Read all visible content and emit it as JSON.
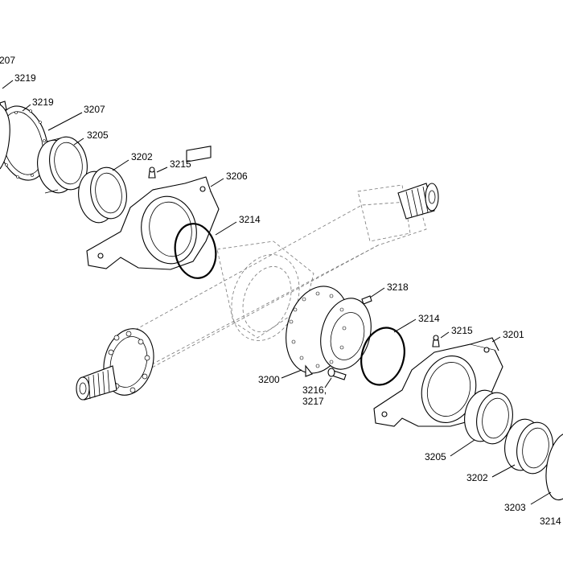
{
  "labels": {
    "l3207_top": "207",
    "l3219_a": "3219",
    "l3219_b": "3219",
    "l3207": "3207",
    "l3205_a": "3205",
    "l3202_a": "3202",
    "l3215_a": "3215",
    "l3206": "3206",
    "l3214_a": "3214",
    "l3218": "3218",
    "l3214_b": "3214",
    "l3215_b": "3215",
    "l3201": "3201",
    "l3200": "3200",
    "l3216": "3216,",
    "l3217": "3217",
    "l3205_b": "3205",
    "l3202_b": "3202",
    "l3203": "3203",
    "l3214_c": "3214"
  }
}
